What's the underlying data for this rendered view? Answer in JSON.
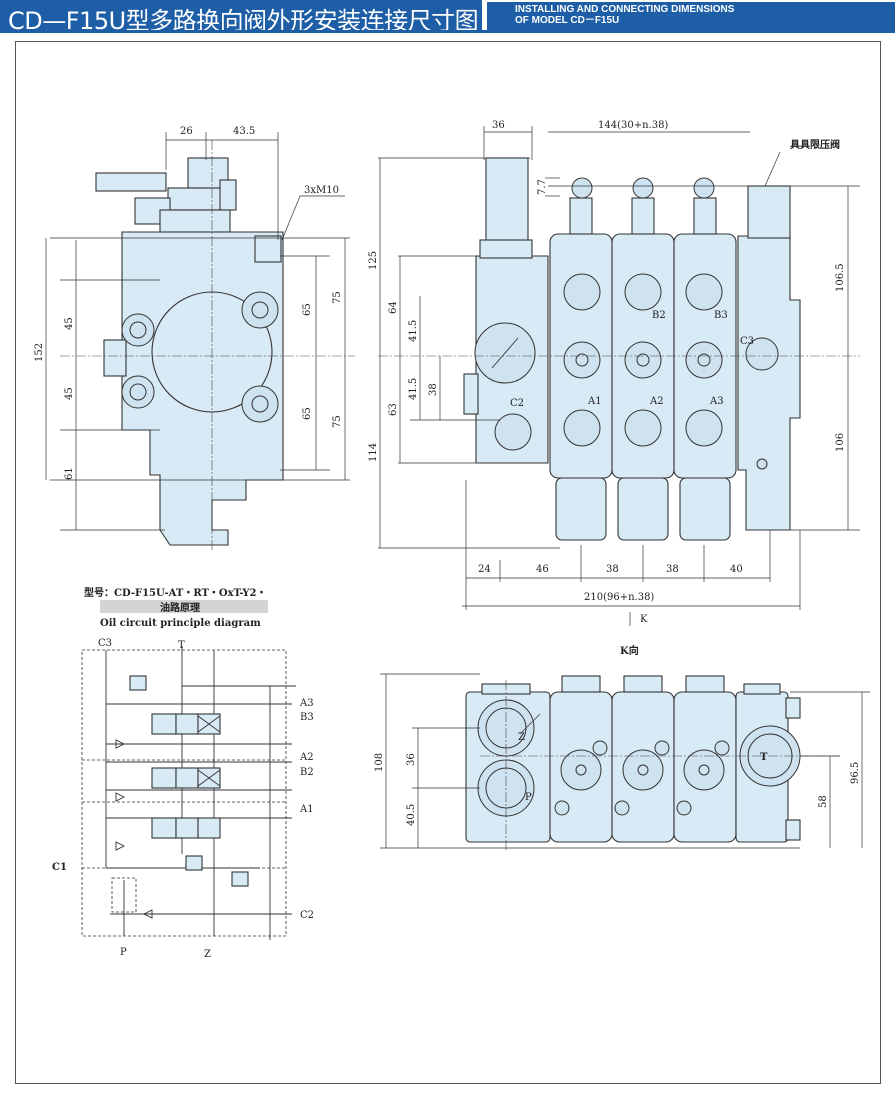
{
  "header": {
    "title_cn": "CD—F15U型多路换向阀外形安装连接尺寸图",
    "title_en_line1": "INSTALLING AND CONNECTING DIMENSIONS",
    "title_en_line2": "OF MODEL CD－F15U"
  },
  "side_view": {
    "dims": [
      "26",
      "43.5",
      "3xM10",
      "152",
      "45",
      "45",
      "61",
      "65",
      "65",
      "75",
      "75"
    ]
  },
  "front_view": {
    "top_dims": [
      "36",
      "144(30+n.38)",
      "7.7"
    ],
    "relief_label": "具具限压阀",
    "left_dims": [
      "125",
      "114",
      "64",
      "63",
      "41.5",
      "41.5",
      "38"
    ],
    "right_dims": [
      "106.5",
      "106"
    ],
    "ports": [
      "B2",
      "B3",
      "C3",
      "C2",
      "A1",
      "A2",
      "A3"
    ],
    "bottom_dims": [
      "24",
      "46",
      "38",
      "38",
      "40"
    ],
    "overall_dim": "210(96+n.38)",
    "view_arrow": "K"
  },
  "k_view": {
    "title": "K向",
    "left_dims": [
      "108",
      "36",
      "40.5"
    ],
    "right_dims": [
      "96.5",
      "58"
    ],
    "ports": [
      "Z",
      "P",
      "T"
    ]
  },
  "circuit": {
    "model_label": "型号：CD-F15U-AT・RT・OxT-Y2・",
    "title_cn": "油路原理",
    "title_en": "Oil circuit principle diagram",
    "labels_top": [
      "C3",
      "T"
    ],
    "labels_right": [
      "A3",
      "B3",
      "A2",
      "B2",
      "A1",
      "C2"
    ],
    "label_left": "C1",
    "labels_bottom": [
      "P",
      "Z"
    ]
  },
  "colors": {
    "brand_blue": "#1d5ea6",
    "part_fill": "#d8eaf5"
  }
}
